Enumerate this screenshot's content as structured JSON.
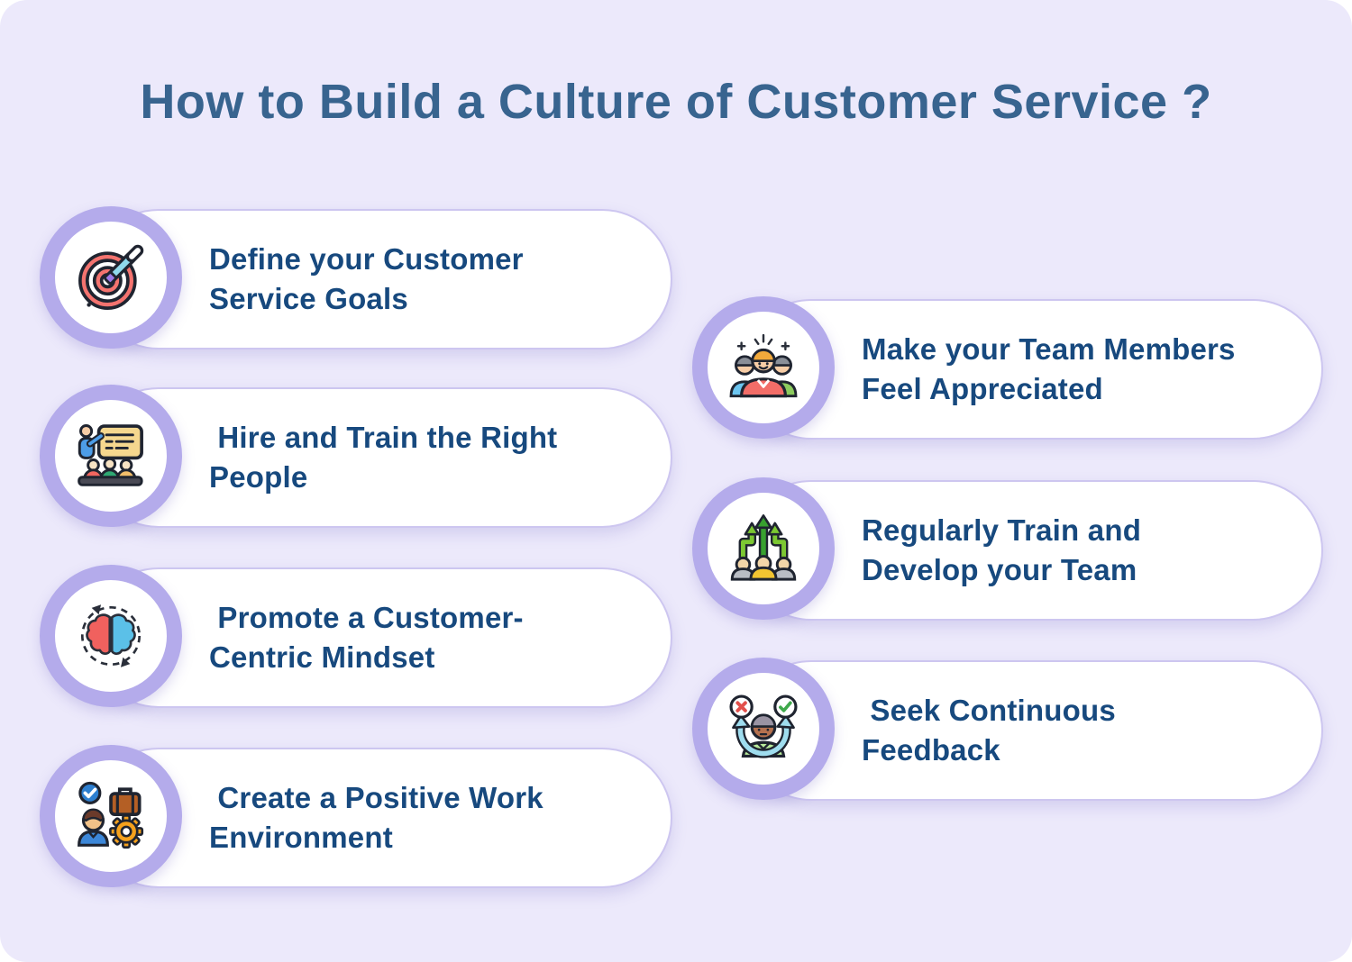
{
  "title": "How to Build a Culture of Customer Service ?",
  "colors": {
    "background": "#ECE9FB",
    "card_background": "#FFFFFF",
    "card_border": "#CDC6F0",
    "icon_ring": "#B4ABEB",
    "title_text": "#38648F",
    "card_text": "#17497E"
  },
  "cards": {
    "left": [
      {
        "icon": "target-dart-icon",
        "label": "Define your Customer\nService Goals"
      },
      {
        "icon": "presentation-training-icon",
        "label": " Hire and Train the Right\nPeople"
      },
      {
        "icon": "brain-cycle-icon",
        "label": " Promote a Customer-\nCentric Mindset"
      },
      {
        "icon": "worker-briefcase-gear-icon",
        "label": " Create a Positive Work\nEnvironment"
      }
    ],
    "right": [
      {
        "icon": "team-sparkle-icon",
        "label": "Make your Team Members\nFeel Appreciated"
      },
      {
        "icon": "team-growth-arrows-icon",
        "label": "Regularly Train and\nDevelop your Team"
      },
      {
        "icon": "feedback-person-icon",
        "label": " Seek Continuous\nFeedback"
      }
    ]
  }
}
